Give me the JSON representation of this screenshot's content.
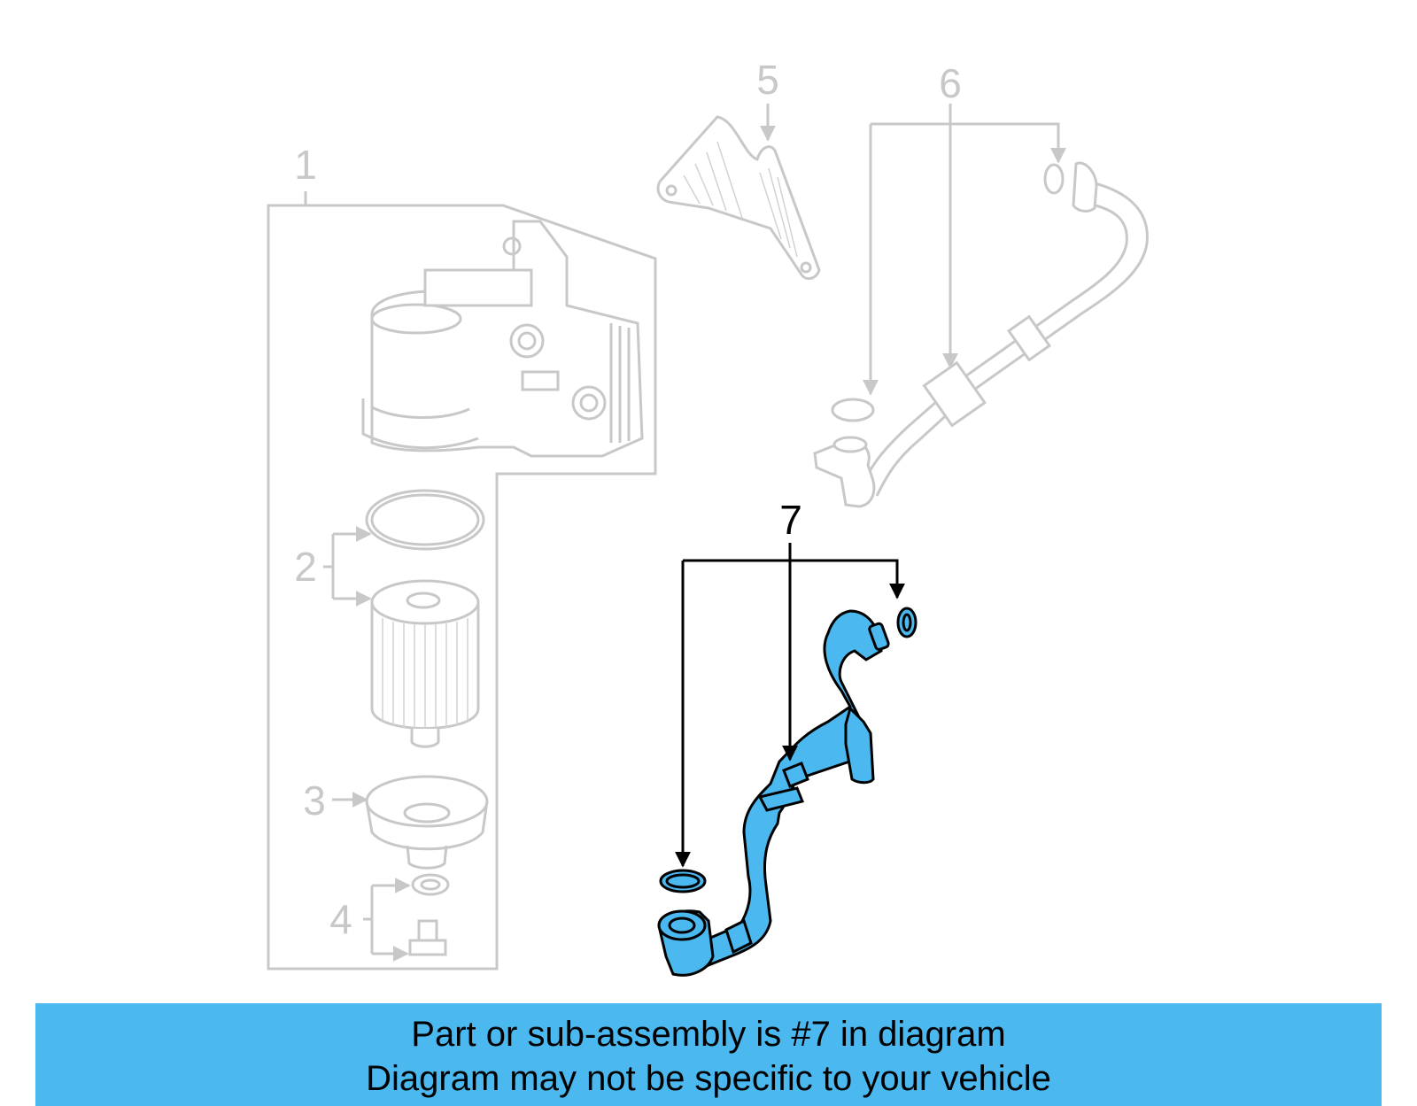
{
  "callouts": {
    "c1": "1",
    "c2": "2",
    "c3": "3",
    "c4": "4",
    "c5": "5",
    "c6": "6",
    "c7": "7"
  },
  "banner": {
    "line1": "Part or sub-assembly is #7 in diagram",
    "line2": "Diagram may not be specific to your vehicle"
  },
  "colors": {
    "highlight": "#4cb8f0",
    "inactive": "#c8c8c8",
    "active_outline": "#000000"
  }
}
